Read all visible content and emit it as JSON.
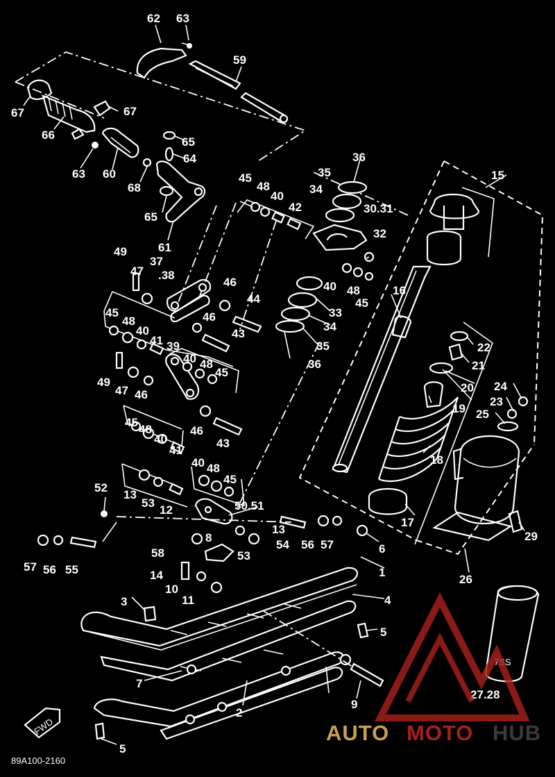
{
  "diagram": {
    "drawing_code": "89A100-2160",
    "direction_tag": "FWD",
    "logo_text": "7SS",
    "callouts": {
      "c1": "1",
      "c2": "2",
      "c3": "3",
      "c4": "4",
      "c5a": "5",
      "c5b": "5",
      "c6": "6",
      "c7": "7",
      "c8": "8",
      "c9": "9",
      "c10": "10",
      "c11": "11",
      "c12a": "12",
      "c13a": "13",
      "c13b": "13",
      "c14": "14",
      "c15": "15",
      "c16": "16",
      "c17": "17",
      "c18": "18",
      "c19": "19",
      "c20": "20",
      "c21": "21",
      "c22": "22",
      "c23": "23",
      "c24": "24",
      "c25": "25",
      "c26": "26",
      "c2728": "27.28",
      "c29": "29",
      "c3031": "30.31",
      "c32": "32",
      "c33": "33",
      "c34a": "34",
      "c34b": "34",
      "c35a": "35",
      "c35b": "35",
      "c36a": "36",
      "c36b": "36",
      "c3738": "37",
      "c38": ".38",
      "c39": "39",
      "c40a": "40",
      "c40b": "40",
      "c40c": "40",
      "c40d": "40",
      "c40e": "40",
      "c40f": "40",
      "c41a": "41",
      "c41b": "41",
      "c42": "42",
      "c43a": "43",
      "c43b": "43",
      "c44": "44",
      "c45a": "45",
      "c45b": "45",
      "c45c": "45",
      "c45d": "45",
      "c45e": "45",
      "c45f": "45",
      "c46a": "46",
      "c46b": "46",
      "c46c": "46",
      "c46d": "46",
      "c47a": "47",
      "c47b": "47",
      "c48a": "48",
      "c48b": "48",
      "c48c": "48",
      "c48d": "48",
      "c48e": "48",
      "c48f": "48",
      "c49a": "49",
      "c49b": "49",
      "c5051": "50.51",
      "c52": "52",
      "c53a": "53",
      "c53b": "53",
      "c54": "54",
      "c55": "55",
      "c56a": "56",
      "c56b": "56",
      "c57a": "57",
      "c57b": "57",
      "c58": "58",
      "c59": "59",
      "c60": "60",
      "c61": "61",
      "c62": "62",
      "c63a": "63",
      "c63b": "63",
      "c64": "64",
      "c65a": "65",
      "c65b": "65",
      "c66": "66",
      "c67a": "67",
      "c67b": "67",
      "c68": "68"
    }
  },
  "watermark": {
    "part1": "AUTO",
    "part2": "MOTO",
    "part3": "HUB",
    "color_gold": "#c9a14a",
    "color_red": "#a8201a",
    "color_dark": "#2a2a2a"
  }
}
